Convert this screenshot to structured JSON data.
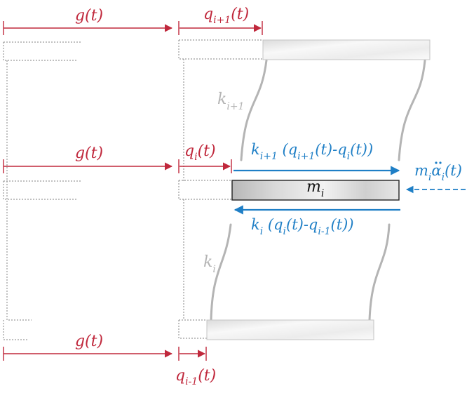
{
  "colors": {
    "ground_motion": "#c0283c",
    "forces": "#1f7fc6",
    "springs": "#b4b4b4",
    "frame_outline": "#9a9a9a"
  },
  "labels": {
    "g_top": "g(t)",
    "g_mid": "g(t)",
    "g_bottom": "g(t)",
    "q_upper": {
      "base": "q",
      "sub": "i+1",
      "tail": "(t)"
    },
    "q_mid": {
      "base": "q",
      "sub": "i",
      "tail": "(t)"
    },
    "q_lower": {
      "base": "q",
      "sub": "i-1",
      "tail": "(t)"
    },
    "k_upper": {
      "base": "k",
      "sub": "i+1"
    },
    "k_lower": {
      "base": "k",
      "sub": "i"
    },
    "mass": {
      "base": "m",
      "sub": "i"
    },
    "force_upper": {
      "k": "k",
      "k_sub": "i+1",
      "open": " (q",
      "q1_sub": "i+1",
      "mid": "(t)-q",
      "q2_sub": "i",
      "close": "(t))"
    },
    "force_lower": {
      "k": "k",
      "k_sub": "i",
      "open": " (q",
      "q1_sub": "i",
      "mid": "(t)-q",
      "q2_sub": "i-1",
      "close": "(t))"
    },
    "inertia": {
      "m": "m",
      "m_sub": "i",
      "alpha": "α",
      "alpha_sub": "i",
      "tail": "(t)"
    }
  }
}
